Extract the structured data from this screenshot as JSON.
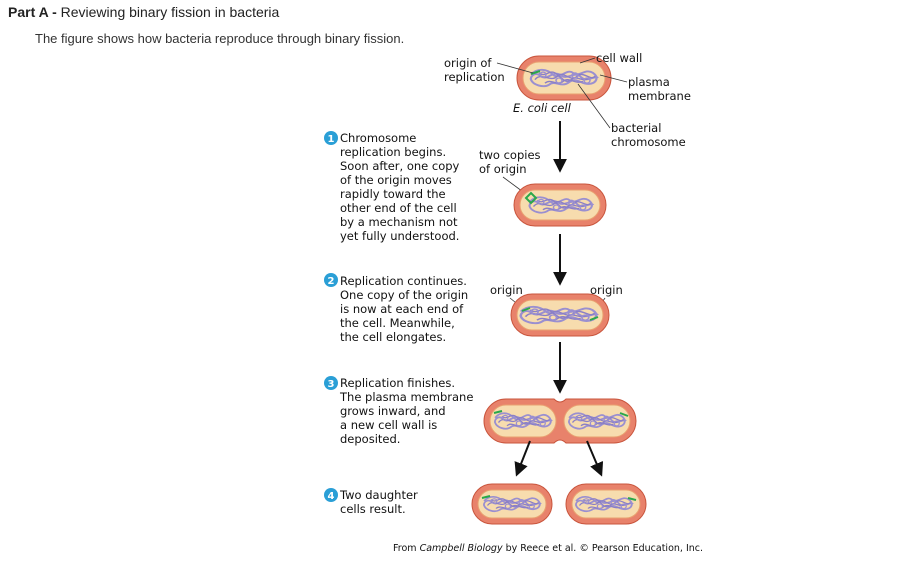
{
  "header": {
    "part_label": "Part A -",
    "title": "Reviewing binary fission in bacteria"
  },
  "intro": "The figure shows how bacteria reproduce through binary fission.",
  "labels": {
    "origin_of_replication": [
      "origin of",
      "replication"
    ],
    "cell_wall": "cell wall",
    "plasma_membrane": [
      "plasma",
      "membrane"
    ],
    "ecoli_cell": "E. coli cell",
    "bacterial_chromosome": [
      "bacterial",
      "chromosome"
    ],
    "two_copies_of_origin": [
      "two copies",
      "of origin"
    ],
    "origin_left": "origin",
    "origin_right": "origin"
  },
  "steps": [
    {
      "number": "1",
      "lines": [
        "Chromosome",
        "replication begins.",
        "Soon after, one copy",
        "of the origin moves",
        "rapidly toward the",
        "other end of the cell",
        "by a mechanism not",
        "yet fully understood."
      ]
    },
    {
      "number": "2",
      "lines": [
        "Replication continues.",
        "One copy of the origin",
        "is now at each end of",
        "the cell. Meanwhile,",
        "the cell elongates."
      ]
    },
    {
      "number": "3",
      "lines": [
        "Replication finishes.",
        "The plasma membrane",
        "grows inward, and",
        "a new cell wall is",
        "deposited."
      ]
    },
    {
      "number": "4",
      "lines": [
        "Two daughter",
        "cells result."
      ]
    }
  ],
  "credit": {
    "prefix": "From",
    "book": "Campbell Biology",
    "suffix": "by Reece et al. © Pearson Education, Inc."
  },
  "colors": {
    "cell_wall": "#e8826b",
    "cell_wall_stroke": "#c9553d",
    "cytoplasm": "#f7dcae",
    "membrane": "#e9a070",
    "chromosome": "#9a8fd0",
    "origin": "#2aa84a",
    "step_badge": "#2a9fd6"
  }
}
